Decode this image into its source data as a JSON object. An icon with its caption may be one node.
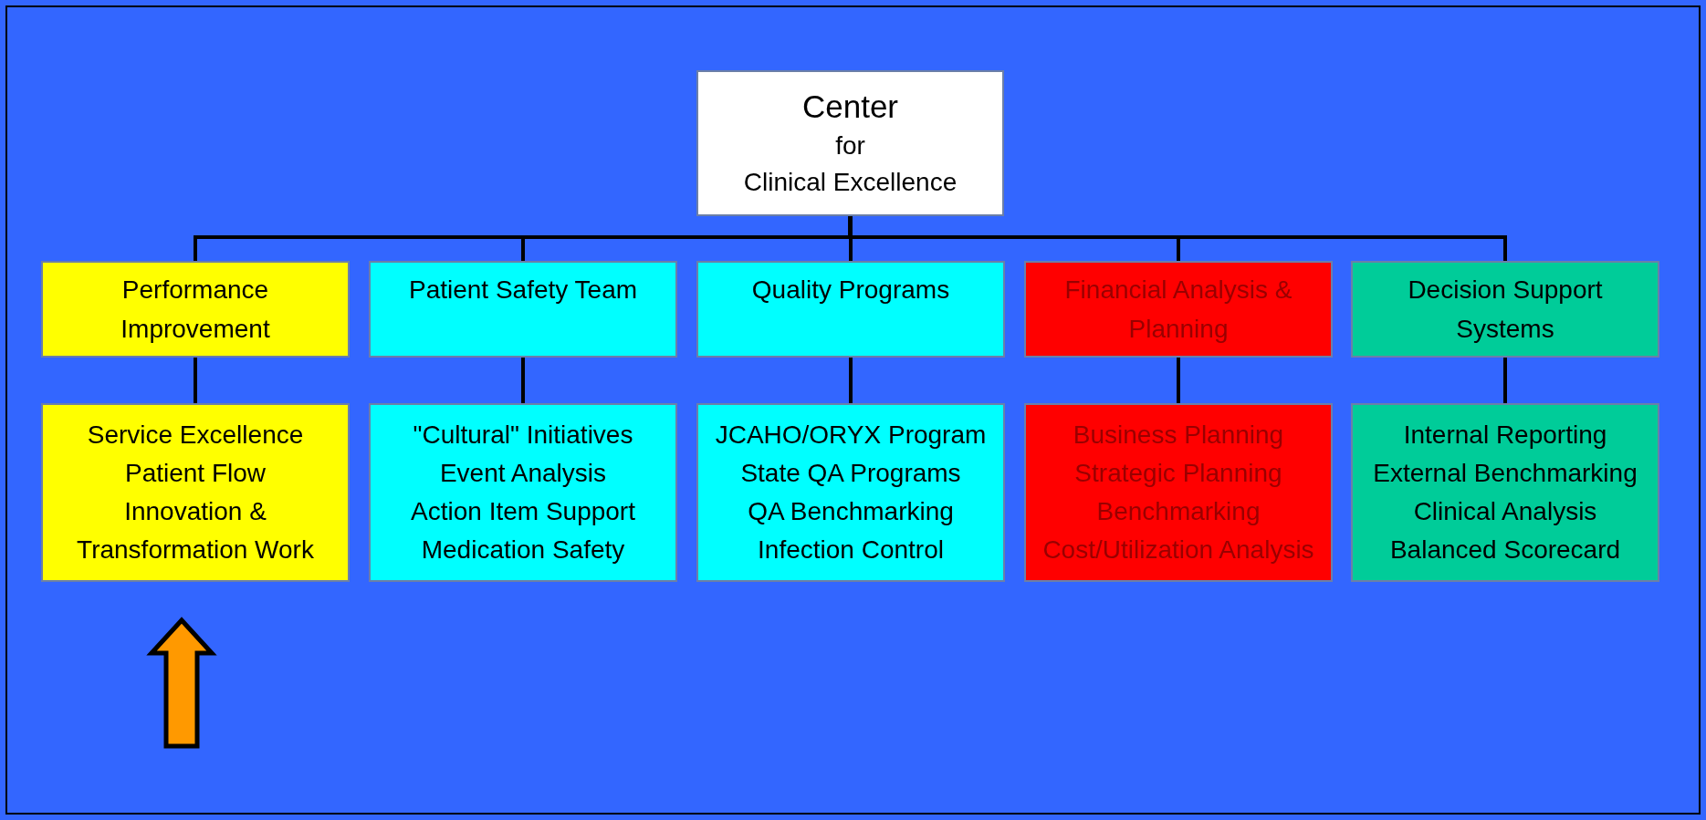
{
  "diagram": {
    "nodes": [
      {
        "text": [
          "Center",
          "for",
          "Clinical Excellence"
        ]
      },
      {
        "text": [
          "Performance Improvement"
        ]
      },
      {
        "text": [
          "Patient Safety Team"
        ]
      },
      {
        "text": [
          "Quality Programs"
        ]
      },
      {
        "text": [
          "Financial Analysis & Planning"
        ]
      },
      {
        "text": [
          "Decision Support Systems"
        ]
      },
      {
        "text": [
          "Service Excellence",
          "Patient Flow",
          "Innovation & Transformation Work"
        ]
      },
      {
        "text": [
          "\"Cultural\" Initiatives",
          "Event Analysis",
          "Action Item Support",
          "Medication Safety"
        ]
      },
      {
        "text": [
          "JCAHO/ORYX Program",
          "State QA Programs",
          "QA Benchmarking",
          "Infection Control"
        ]
      },
      {
        "text": [
          "Business Planning",
          "Strategic Planning",
          "Benchmarking",
          "Cost/Utilization Analysis"
        ]
      },
      {
        "text": [
          "Internal Reporting",
          "External Benchmarking",
          "Clinical Analysis",
          "Balanced Scorecard"
        ]
      }
    ],
    "edges": [
      {
        "from": 0,
        "to": 1,
        "arrow": "none"
      },
      {
        "from": 0,
        "to": 2,
        "arrow": "none"
      },
      {
        "from": 0,
        "to": 3,
        "arrow": "none"
      },
      {
        "from": 0,
        "to": 4,
        "arrow": "none"
      },
      {
        "from": 0,
        "to": 5,
        "arrow": "none"
      },
      {
        "from": 1,
        "to": 6,
        "arrow": "none"
      },
      {
        "from": 2,
        "to": 7,
        "arrow": "none"
      },
      {
        "from": 3,
        "to": 8,
        "arrow": "none"
      },
      {
        "from": 4,
        "to": 9,
        "arrow": "none"
      },
      {
        "from": 5,
        "to": 10,
        "arrow": "none"
      },
      {
        "from": null,
        "to": 6,
        "arrow": "to",
        "style": "thick",
        "color": "#ff9900"
      }
    ]
  }
}
